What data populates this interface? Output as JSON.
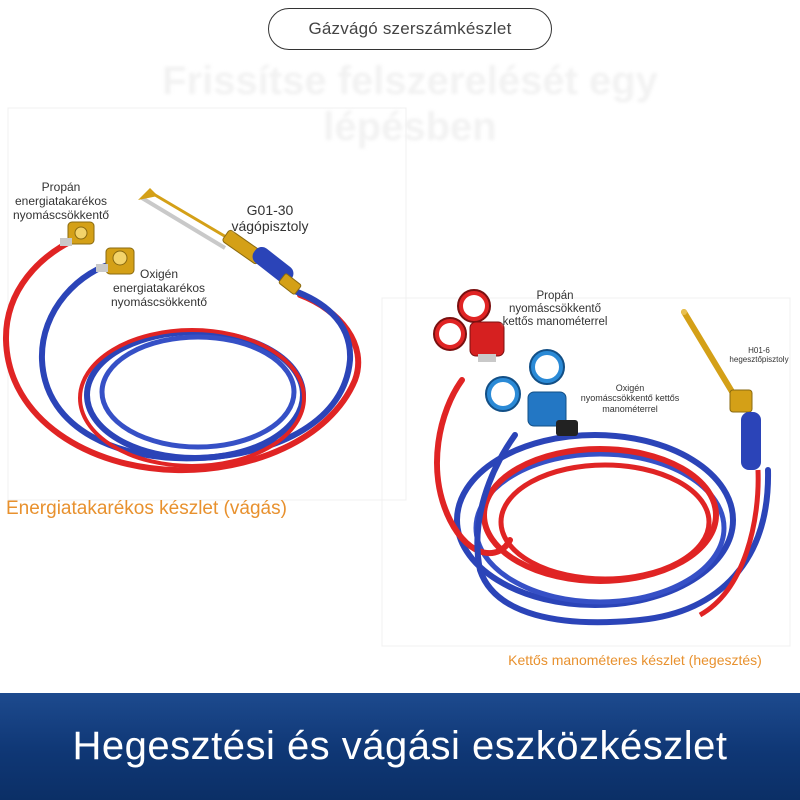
{
  "header": {
    "pill_label": "Gázvágó szerszámkészlet",
    "ghost_headline": "Frissítse felszerelését egy lépésben"
  },
  "left_kit": {
    "caption": "Energiatakarékos készlet (vágás)",
    "labels": {
      "propane_regulator": "Propán energiatakarékos nyomáscsökkentő",
      "torch": "G01-30 vágópisztoly",
      "oxygen_regulator": "Oxigén energiatakarékos nyomáscsökkentő"
    }
  },
  "right_kit": {
    "caption": "Kettős manométeres készlet (hegesztés)",
    "labels": {
      "propane_regulator": "Propán nyomáscsökkentő kettős manométerrel",
      "oxygen_regulator": "Oxigén nyomáscsökkentő kettős manométerrel",
      "torch": "H01-6 hegesztőpisztoly"
    }
  },
  "footer": {
    "title": "Hegesztési és vágási eszközkészlet"
  },
  "colors": {
    "hose_red": "#e02424",
    "hose_blue": "#2b44b8",
    "brass": "#d4a017",
    "caption_orange": "#e8912e",
    "banner_blue": "#0f3775"
  }
}
